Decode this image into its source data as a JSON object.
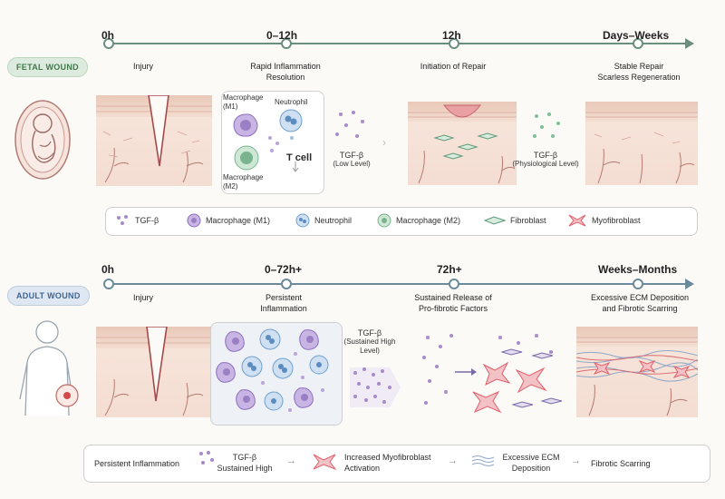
{
  "fetal": {
    "badge": "FETAL WOUND",
    "times": [
      "0h",
      "0–12h",
      "12h",
      "Days–Weeks"
    ],
    "stages": {
      "s1": "Injury",
      "s2a": "Rapid Inflammation",
      "s2b": "Resolution",
      "s3": "Initiation of Repair",
      "s4a": "Stable Repair",
      "s4b": "Scarless Regeneration"
    },
    "cells": {
      "macro_m1a": "Macrophage",
      "macro_m1b": "(M1)",
      "neutrophil": "Neutrophil",
      "macro_m2a": "Macrophage",
      "macro_m2b": "(M2)",
      "tcell": "T cell"
    },
    "tgf_low": {
      "name": "TGF-β",
      "level": "(Low Level)"
    },
    "tgf_phys": {
      "name": "TGF-β",
      "level": "(Physiological Level)"
    },
    "legend": [
      "TGF-β",
      "Macrophage (M1)",
      "Neutrophil",
      "Macrophage (M2)",
      "Fibroblast",
      "Myofibroblast"
    ]
  },
  "adult": {
    "badge": "ADULT WOUND",
    "times": [
      "0h",
      "0–72h+",
      "72h+",
      "Weeks–Months"
    ],
    "stages": {
      "s1": "Injury",
      "s2a": "Persistent",
      "s2b": "Inflammation",
      "s3a": "Sustained Release of",
      "s3b": "Pro-fibrotic Factors",
      "s4a": "Excessive ECM Deposition",
      "s4b": "and Fibrotic Scarring"
    },
    "tgf_high": {
      "name": "TGF-β",
      "l1": "(Sustained High",
      "l2": "Level)"
    },
    "flow": {
      "f1": "Persistent Inflammation",
      "f2a": "TGF-β",
      "f2b": "Sustained High",
      "f3a": "Increased Myofibroblast",
      "f3b": "Activation",
      "f4a": "Excessive ECM",
      "f4b": "Deposition",
      "f5": "Fibrotic Scarring"
    }
  },
  "colors": {
    "fetal_accent": "#6b8f7e",
    "adult_accent": "#6b8a9a",
    "tgf": "#a78bc9",
    "macro_m1": "#9b7fc4",
    "neutrophil": "#6f9fcf",
    "macro_m2": "#79b48e",
    "fibroblast": "#5f9a7a",
    "myofibroblast": "#e0606a"
  }
}
